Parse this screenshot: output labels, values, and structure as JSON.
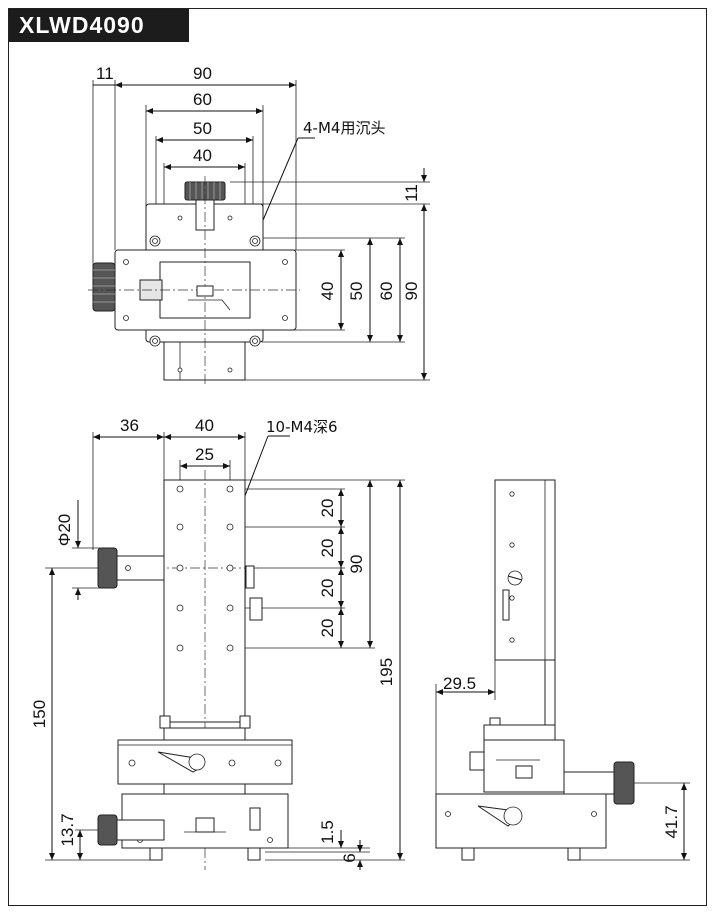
{
  "title": "XLWD4090",
  "top_view": {
    "dims": {
      "w11": "11",
      "w90": "90",
      "w60": "60",
      "w50": "50",
      "w40": "40",
      "h11": "11",
      "h40": "40",
      "h50": "50",
      "h60": "60",
      "h90": "90"
    },
    "callout": "4-M4用沉头"
  },
  "front_view": {
    "dims": {
      "w36": "36",
      "w40": "40",
      "w25": "25",
      "phi20": "Φ20",
      "p20a": "20",
      "p20b": "20",
      "p20c": "20",
      "p20d": "20",
      "h90": "90",
      "h195": "195",
      "h150": "150",
      "h13_7": "13.7",
      "h1_5": "1.5",
      "h6": "6"
    },
    "callout": "10-M4深6"
  },
  "side_view": {
    "dims": {
      "w29_5": "29.5",
      "h41_7": "41.7"
    }
  }
}
